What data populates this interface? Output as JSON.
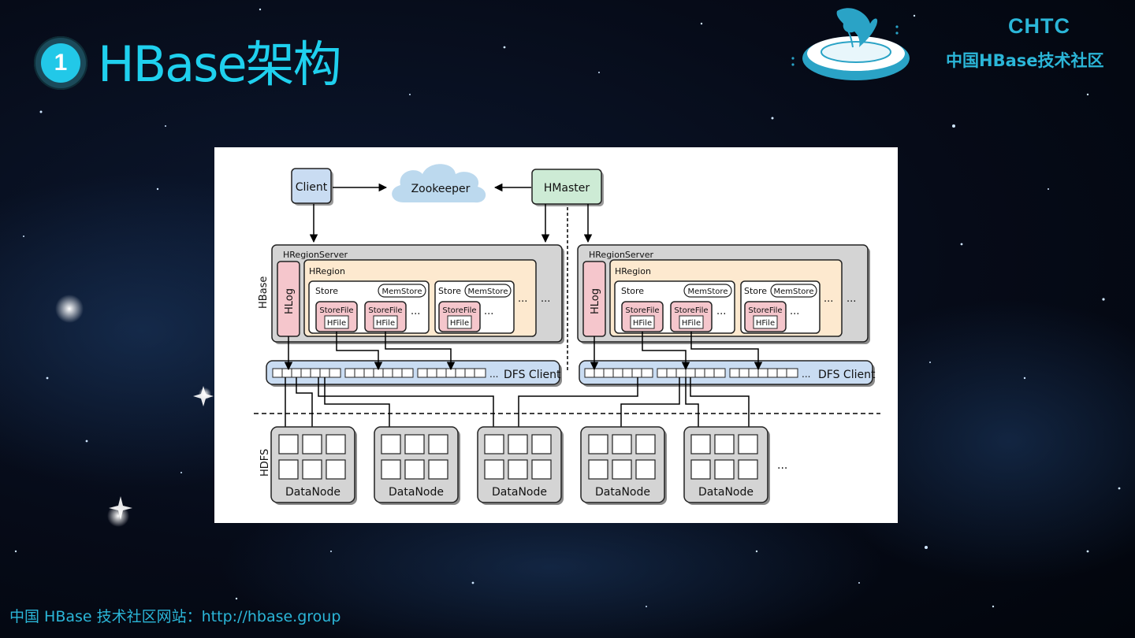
{
  "header": {
    "section_number": "1",
    "title": "HBase架构"
  },
  "brand": {
    "name": "CHTC",
    "subtitle": "中国HBase技术社区"
  },
  "diagram": {
    "client": "Client",
    "zookeeper": "Zookeeper",
    "hmaster": "HMaster",
    "hbase_label": "HBase",
    "hdfs_label": "HDFS",
    "region_server": "HRegionServer",
    "hregion": "HRegion",
    "hlog": "HLog",
    "store": "Store",
    "memstore": "MemStore",
    "storefile": "StoreFile",
    "hfile": "HFile",
    "ellipsis": "...",
    "dfs_client": "DFS Client",
    "datanode": "DataNode"
  },
  "footer": {
    "text": "中国 HBase 技术社区网站：http://hbase.group"
  },
  "colors": {
    "accent": "#1fd0ee",
    "brand": "#2bb6d8",
    "client": "#c9dcf2",
    "hmaster": "#cdebd5",
    "hregion": "#fde9cf",
    "hlog": "#f5c6cc",
    "dfs_bar": "#c9dcf2",
    "server": "#d4d4d4"
  }
}
